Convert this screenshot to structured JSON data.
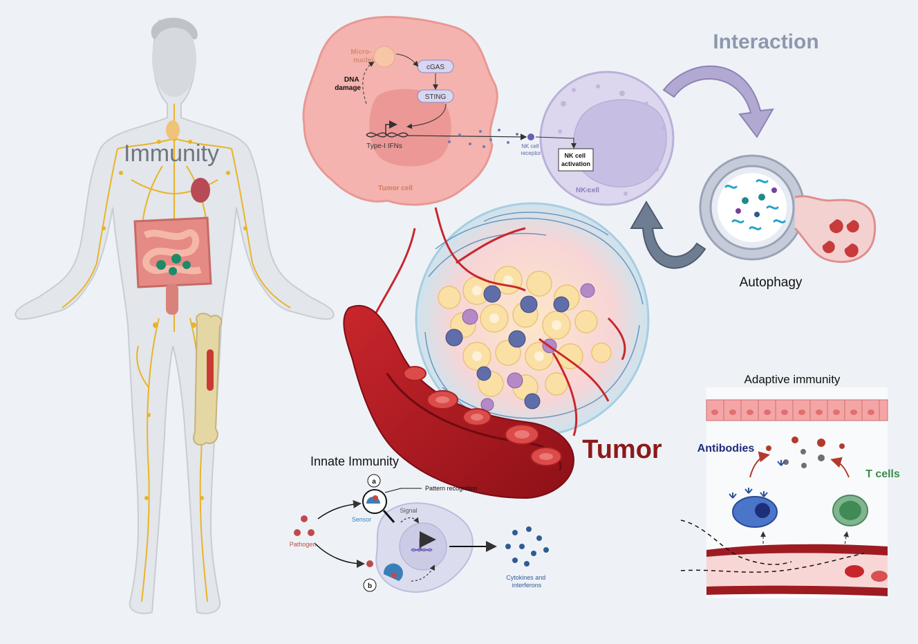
{
  "labels": {
    "immunity": "Immunity",
    "interaction": "Interaction",
    "autophagy": "Autophagy",
    "tumor": "Tumor",
    "adaptive_title": "Adaptive immunity",
    "innate_title": "Innate Immunity",
    "antibodies": "Antibodies",
    "t_cells": "T cells"
  },
  "tumor_cell_panel": {
    "micronuclei": [
      "Micro-",
      "nuclei"
    ],
    "dna_damage": [
      "DNA",
      "damage"
    ],
    "cgas": "cGAS",
    "sting": "STING",
    "type_ifns": "Type-I IFNs",
    "tumor_cell": "Tumor cell",
    "nk_receptor": [
      "NK cell",
      "receptor"
    ],
    "nk_activation": [
      "NK cell",
      "activation"
    ],
    "nk_cell": "NK cell"
  },
  "innate_panel": {
    "marker_a": "a",
    "marker_b": "b",
    "pattern_recognition": "Pattern recognition",
    "sensor": "Sensor",
    "signal": "Signal",
    "pathogen": "Pathogen",
    "cytokines": [
      "Cytokines and",
      "interferons"
    ]
  },
  "colors": {
    "background": "#eef2f7",
    "lymph": "#e8b428",
    "tumor_cell": "#f4b3ae",
    "nk_cell": "#dcd6ee",
    "vessel": "#a3151c",
    "antibodies_text": "#1f2d7a",
    "tcells_text": "#3e8a4a",
    "tumor_text": "#8c1a1a"
  }
}
